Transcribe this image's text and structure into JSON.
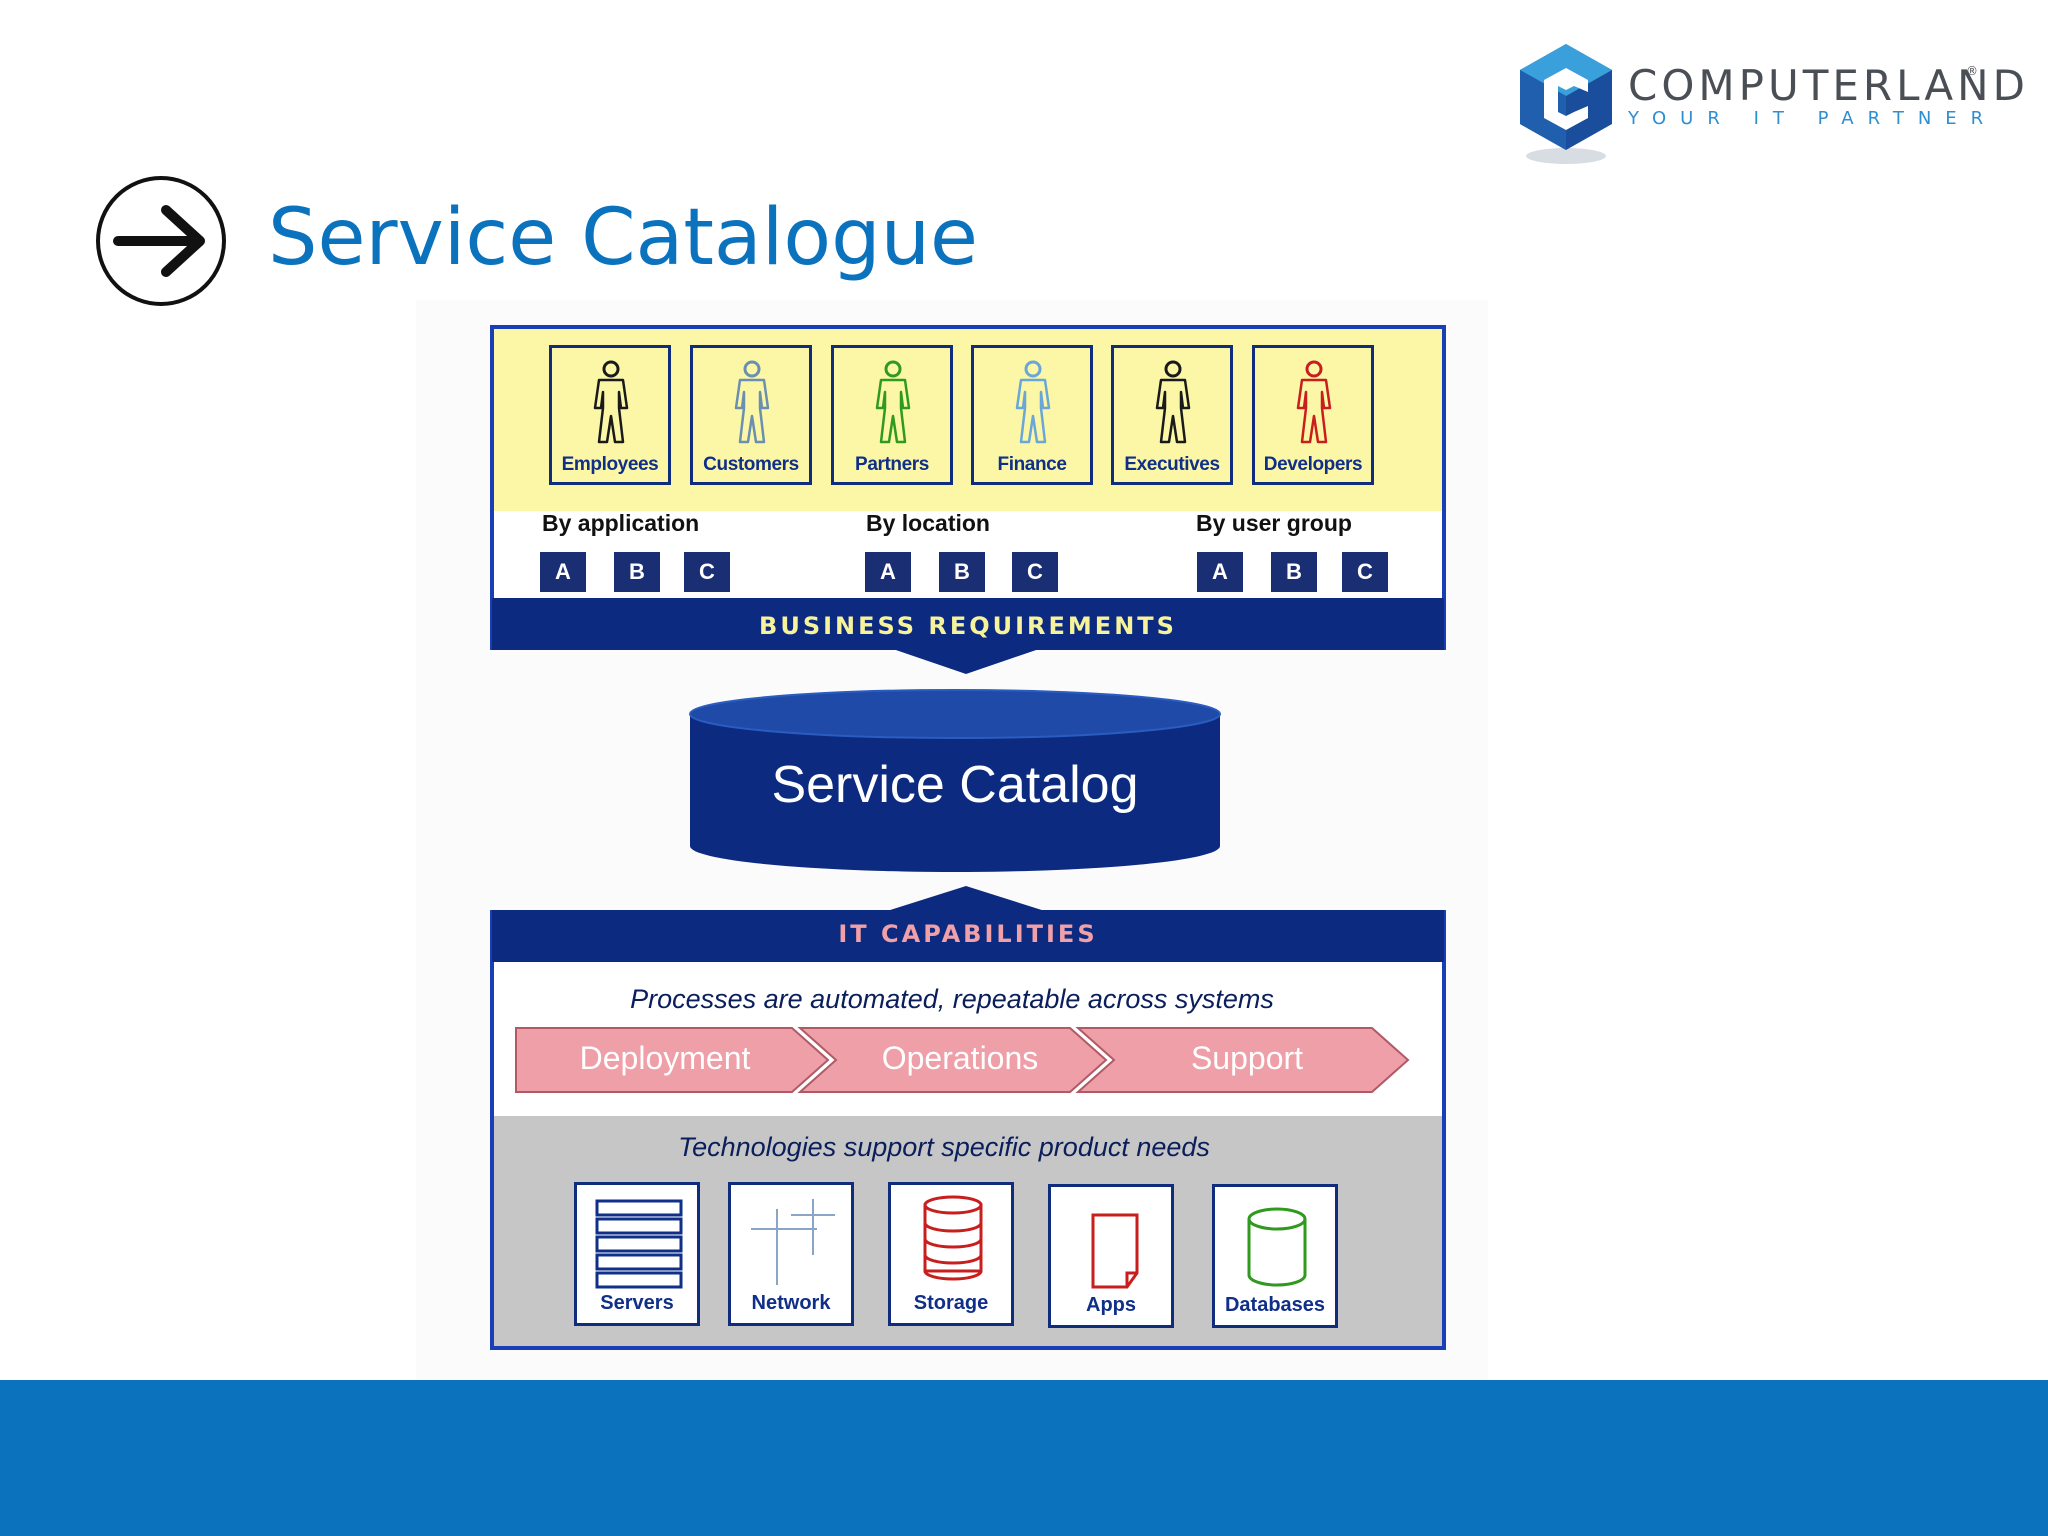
{
  "slide": {
    "title": "Service Catalogue",
    "icon": "arrow-right-circle-icon"
  },
  "logo": {
    "name": "COMPUTERLAND",
    "registered": "®",
    "tagline": "YOUR IT PARTNER",
    "colors": {
      "cube_dark": "#1a4e9c",
      "cube_light": "#3aa0dc",
      "word": "#4a4e55",
      "tagline": "#2d8fd0"
    }
  },
  "diagram": {
    "user_types": [
      {
        "label": "Employees",
        "color": "#1a1a1a"
      },
      {
        "label": "Customers",
        "color": "#6b8fb0"
      },
      {
        "label": "Partners",
        "color": "#2f9a1e"
      },
      {
        "label": "Finance",
        "color": "#6aa6d8"
      },
      {
        "label": "Executives",
        "color": "#1a1a1a"
      },
      {
        "label": "Developers",
        "color": "#c81e1e"
      }
    ],
    "groups": [
      {
        "title": "By application",
        "items": [
          "A",
          "B",
          "C"
        ]
      },
      {
        "title": "By location",
        "items": [
          "A",
          "B",
          "C"
        ]
      },
      {
        "title": "By user group",
        "items": [
          "A",
          "B",
          "C"
        ]
      }
    ],
    "business_requirements": "BUSINESS REQUIREMENTS",
    "catalog": "Service Catalog",
    "it_capabilities": "IT CAPABILITIES",
    "processes_caption": "Processes are automated, repeatable across systems",
    "processes": [
      "Deployment",
      "Operations",
      "Support"
    ],
    "technologies_caption": "Technologies support specific product needs",
    "technologies": [
      "Servers",
      "Network",
      "Storage",
      "Apps",
      "Databases"
    ],
    "colors": {
      "navy": "#0c2b80",
      "border": "#1a3eb6",
      "yellow": "#fbf7a6",
      "chevron": "#ef9fa8",
      "gray": "#c6c6c6",
      "footer": "#0b72be"
    }
  }
}
